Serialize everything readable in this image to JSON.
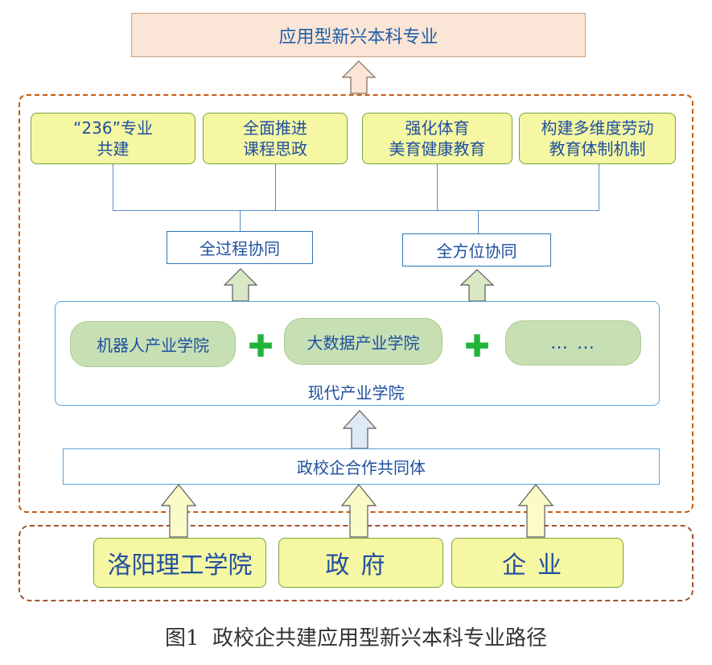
{
  "top": {
    "title": "应用型新兴本科专业"
  },
  "row1": {
    "box1": {
      "line1": "“236”专业",
      "line2": "共建"
    },
    "box2": {
      "line1": "全面推进",
      "line2": "课程思政"
    },
    "box3": {
      "line1": "强化体育",
      "line2": "美育健康教育"
    },
    "box4": {
      "line1": "构建多维度劳动",
      "line2": "教育体制机制"
    }
  },
  "synergy": {
    "left": "全过程协同",
    "right": "全方位协同"
  },
  "college": {
    "pills": [
      "机器人产业学院",
      "大数据产业学院",
      "… …"
    ],
    "plus": "✚",
    "label": "现代产业学院"
  },
  "community": {
    "label": "政校企合作共同体"
  },
  "stakeholders": [
    "洛阳理工学院",
    "政府",
    "企业"
  ],
  "caption": "图1  政校企共建应用型新兴本科专业路径",
  "colors": {
    "arrow_top_fill": "#fbe5d6",
    "arrow_green_fill": "#d9e7c5",
    "arrow_blue_fill": "#dde9f5",
    "arrow_yellow_fill": "#fafbc7",
    "outline_orange": "#c55a11",
    "text_blue": "#1f4fa0"
  }
}
